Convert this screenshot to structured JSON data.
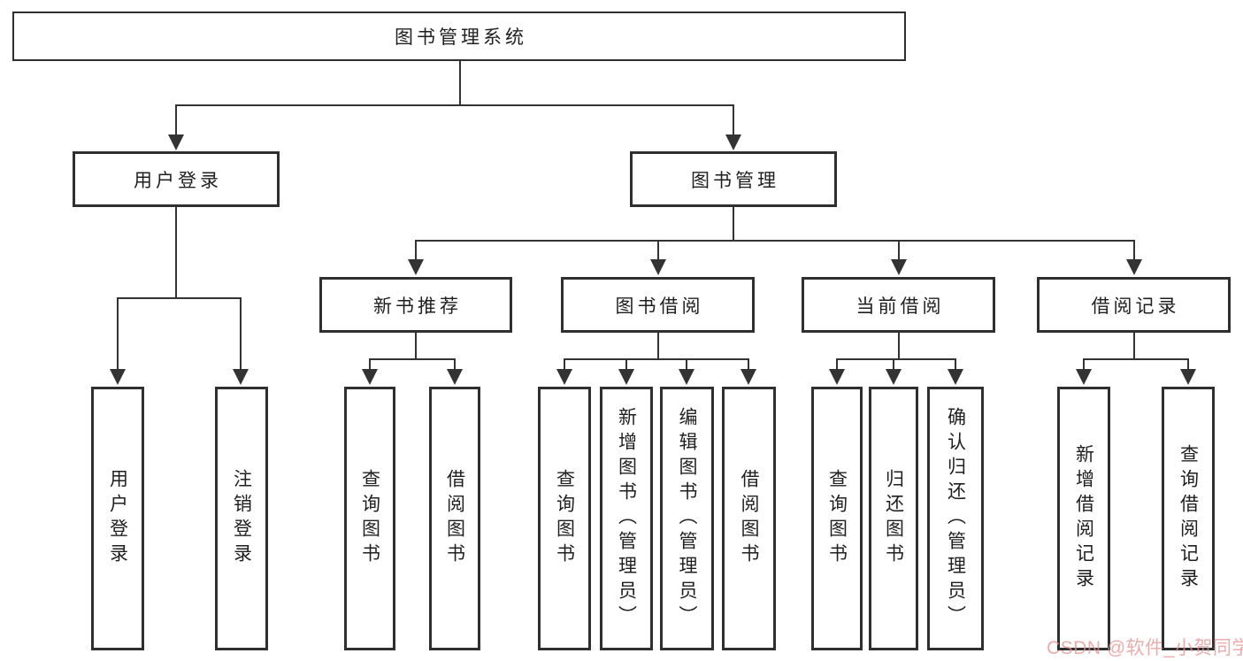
{
  "root": {
    "label": "图书管理系统"
  },
  "user_login": {
    "label": "用户登录",
    "children": [
      {
        "label": "用户登录"
      },
      {
        "label": "注销登录"
      }
    ]
  },
  "book_management": {
    "label": "图书管理",
    "sections": [
      {
        "label": "新书推荐",
        "children": [
          {
            "label": "查询图书"
          },
          {
            "label": "借阅图书"
          }
        ]
      },
      {
        "label": "图书借阅",
        "children": [
          {
            "label": "查询图书"
          },
          {
            "label": "新增图书（管理员）"
          },
          {
            "label": "编辑图书（管理员）"
          },
          {
            "label": "借阅图书"
          }
        ]
      },
      {
        "label": "当前借阅",
        "children": [
          {
            "label": "查询图书"
          },
          {
            "label": "归还图书"
          },
          {
            "label": "确认归还（管理员）"
          }
        ]
      },
      {
        "label": "借阅记录",
        "children": [
          {
            "label": "新增借阅记录"
          },
          {
            "label": "查询借阅记录"
          }
        ]
      }
    ]
  },
  "watermark": {
    "text": "CSDN @软件_小贺同学"
  },
  "colors": {
    "line": "#333333",
    "border": "#2f2f2f",
    "text": "#1f1f1f",
    "background": "#ffffff",
    "watermark": "#e78f8f"
  }
}
